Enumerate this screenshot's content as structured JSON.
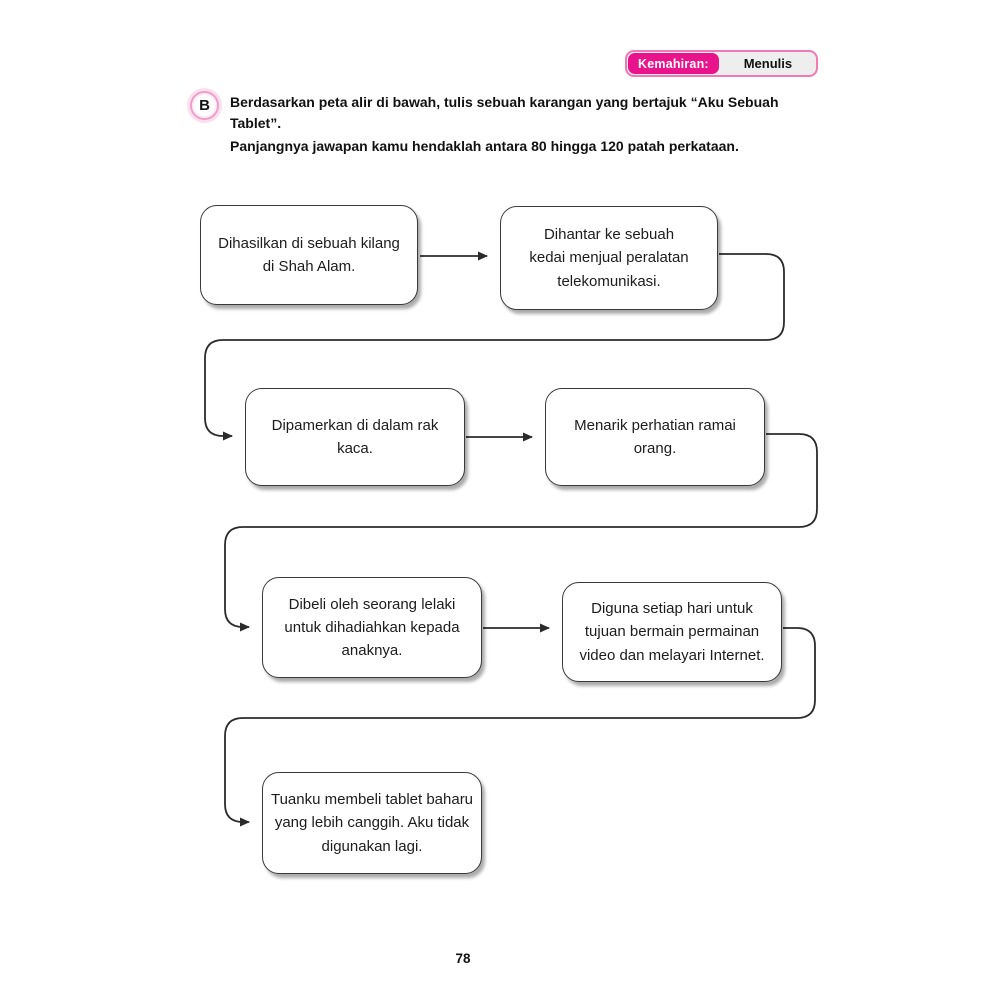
{
  "header": {
    "skill_label": "Kemahiran:",
    "skill_value": "Menulis",
    "badge_bg_color": "#e9148b",
    "badge_border_color": "#f17ab4"
  },
  "question": {
    "letter": "B",
    "instruction_1": "Berdasarkan peta alir di bawah, tulis sebuah karangan yang bertajuk “Aku Sebuah Tablet”.",
    "instruction_2": "Panjangnya jawapan kamu hendaklah antara 80 hingga 120 patah perkataan."
  },
  "flowchart": {
    "boxes": [
      {
        "id": 1,
        "text": "Dihasilkan di sebuah kilang di Shah Alam."
      },
      {
        "id": 2,
        "text": "Dihantar ke sebuah kedai menjual peralatan telekomunikasi."
      },
      {
        "id": 3,
        "text": "Dipamerkan di dalam rak kaca."
      },
      {
        "id": 4,
        "text": "Menarik perhatian ramai orang."
      },
      {
        "id": 5,
        "text": "Dibeli oleh seorang lelaki untuk dihadiahkan kepada anaknya."
      },
      {
        "id": 6,
        "text": "Diguna setiap hari untuk tujuan bermain permainan video dan melayari Internet."
      },
      {
        "id": 7,
        "text": "Tuanku membeli tablet baharu yang lebih canggih. Aku tidak digunakan lagi."
      }
    ],
    "edges": [
      {
        "from": 1,
        "to": 2
      },
      {
        "from": 2,
        "to": 3
      },
      {
        "from": 3,
        "to": 4
      },
      {
        "from": 4,
        "to": 5
      },
      {
        "from": 5,
        "to": 6
      },
      {
        "from": 6,
        "to": 7
      }
    ]
  },
  "page": {
    "number": "78"
  }
}
